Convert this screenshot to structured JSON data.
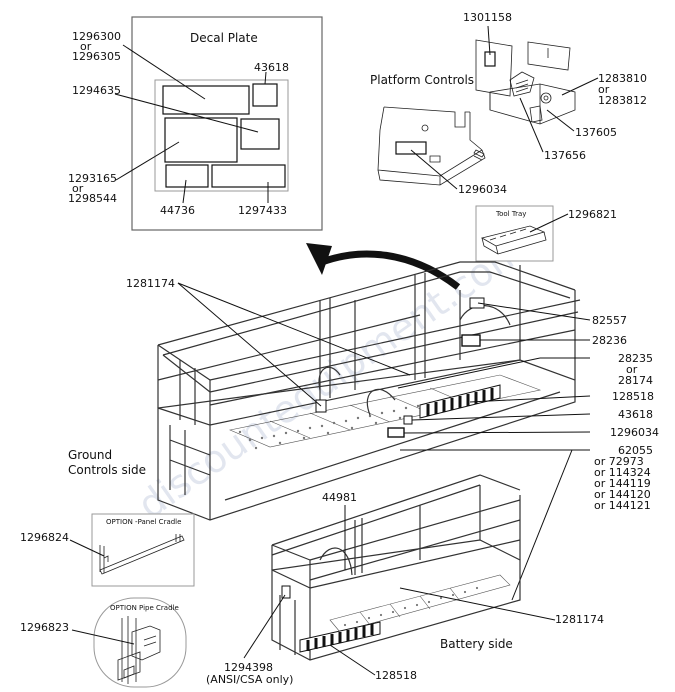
{
  "watermark": "discountequipment.com",
  "decal_plate": {
    "title": "Decal Plate",
    "labels": {
      "p1296300": "1296300",
      "or1": "or",
      "p1296305": "1296305",
      "p43618": "43618",
      "p1294635": "1294635",
      "p1293165": "1293165",
      "or2": "or",
      "p1298544": "1298544",
      "p44736": "44736",
      "p1297433": "1297433"
    }
  },
  "platform_controls": {
    "title": "Platform Controls",
    "labels": {
      "p1301158": "1301158",
      "p1283810": "1283810",
      "or": "or",
      "p1283812": "1283812",
      "p137605": "137605",
      "p137656": "137656",
      "p1296034": "1296034"
    }
  },
  "tool_tray": {
    "title": "Tool Tray",
    "label": "1296821"
  },
  "main_platform": {
    "labels": {
      "p1281174": "1281174",
      "p82557": "82557",
      "p28236": "28236",
      "p28235": "28235",
      "or_a": "or",
      "p28174": "28174",
      "p128518": "128518",
      "p43618": "43618",
      "p1296034": "1296034",
      "p62055": "62055",
      "alt_lines": [
        "or  72973",
        "or 114324",
        "or 144119",
        "or 144120",
        "or 144121"
      ]
    },
    "side_label_1": "Ground",
    "side_label_2": "Controls side"
  },
  "panel_cradle": {
    "title": "OPTION -Panel Cradle",
    "label": "1296824"
  },
  "pipe_cradle": {
    "title": "OPTION Pipe Cradle",
    "label": "1296823"
  },
  "battery_platform": {
    "labels": {
      "p44981": "44981",
      "p1281174": "1281174",
      "p1294398": "1294398",
      "ansi": "(ANSI/CSA only)",
      "p128518": "128518"
    },
    "side_label": "Battery side"
  }
}
